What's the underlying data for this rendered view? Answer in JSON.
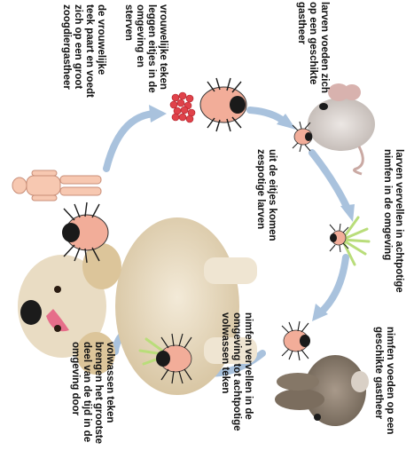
{
  "colors": {
    "arrow": "#a9c2dd",
    "tick_body": "#f2ad99",
    "tick_head": "#1a1a1a",
    "egg": "#e0424a",
    "dog_fur": "#e8dcc4",
    "human": "#f7c8b1",
    "grass": "#b9dd7a",
    "mouse": "#d9d2cf",
    "rabbit": "#8a7d6d"
  },
  "icons": [
    "human-figure",
    "dog-photo",
    "mouse-photo",
    "rabbit-photo",
    "grass-icon",
    "tick-icon",
    "eggs-cluster"
  ],
  "labels": {
    "adult_mate": "de vrouwelijke\nteek paart en voedt\nzich op een groot\nzoogdiergastheer",
    "eggs_laid": "vrouwelijke teken\nleggen eitjes in de\nomgeving en\nsterven",
    "larvae_feed": "larven voeden zich\nop een geschikte\ngastheer",
    "larvae_hatch": "uit de eitjes komen\nzespotige larven",
    "larvae_molt": "larven vervellen in achtpotige\nnimfen in de omgeving",
    "nymphs_feed": "nimfen voeden op een\ngeschikte gastheer",
    "nymphs_molt": "nimfen vervellen in de\nomgeving tot achtpotige\nvolwassen teken",
    "adults_env": "volwassen teken\nbrengen het grootste\ndeel van de tijd in de\nomgeving door"
  }
}
